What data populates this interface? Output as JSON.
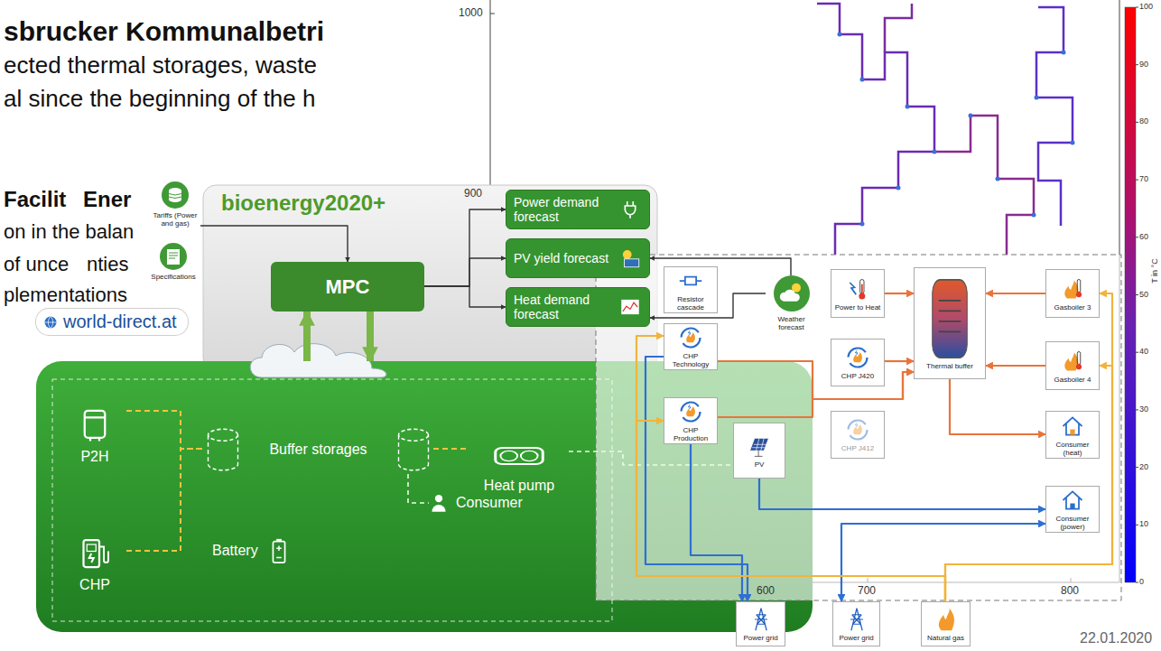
{
  "diagram": {
    "nodes": [
      {
        "text": [
          "bioenergy2020+"
        ]
      },
      {
        "text": [
          "MPC"
        ],
        "in": 0
      },
      {
        "text": [
          "Power demand forecast"
        ],
        "in": 0
      },
      {
        "text": [
          "PV yield forecast"
        ],
        "in": 0
      },
      {
        "text": [
          "Heat demand forecast"
        ],
        "in": 0
      },
      {
        "text": [
          "Tariffs (Power and gas)"
        ]
      },
      {
        "text": [
          "Specifications"
        ]
      },
      {
        "text": [
          "world-direct.at"
        ]
      },
      {
        "text": [
          "P2H"
        ],
        "in": 7
      },
      {
        "text": [
          "CHP"
        ],
        "in": 7
      },
      {
        "text": [
          "Buffer storages"
        ],
        "in": 7
      },
      {
        "text": [
          "Heat pump"
        ],
        "in": 7
      },
      {
        "text": [
          "Consumer"
        ],
        "in": 7
      },
      {
        "text": [
          "Battery"
        ],
        "in": 7
      },
      {
        "text": [
          "Resistor cascade"
        ]
      },
      {
        "text": [
          "Power to Heat"
        ]
      },
      {
        "text": [
          "Thermal buffer"
        ]
      },
      {
        "text": [
          "Gasboiler 3"
        ]
      },
      {
        "text": [
          "Gasboiler 4"
        ]
      },
      {
        "text": [
          "CHP Technology"
        ]
      },
      {
        "text": [
          "CHP J420"
        ]
      },
      {
        "text": [
          "CHP Production"
        ]
      },
      {
        "text": [
          "CHP J412"
        ]
      },
      {
        "text": [
          "Consumer (heat)"
        ]
      },
      {
        "text": [
          "Consumer (power)"
        ]
      },
      {
        "text": [
          "PV"
        ]
      },
      {
        "text": [
          "Weather forecast"
        ]
      },
      {
        "text": [
          "Power grid"
        ]
      },
      {
        "text": [
          "Power grid"
        ]
      },
      {
        "text": [
          "Natural gas"
        ]
      }
    ],
    "edges": [
      {
        "from": 5,
        "to": 1,
        "arrow": "to"
      },
      {
        "from": 1,
        "to": 2,
        "arrow": "to"
      },
      {
        "from": 1,
        "to": 3,
        "arrow": "to"
      },
      {
        "from": 1,
        "to": 4,
        "arrow": "to"
      },
      {
        "from": 7,
        "to": 1,
        "arrow": "to"
      },
      {
        "from": 1,
        "to": 7,
        "arrow": "to"
      },
      {
        "from": 26,
        "to": 3,
        "arrow": "to"
      },
      {
        "from": 26,
        "to": 4,
        "arrow": "to"
      },
      {
        "from": 8,
        "to": 10,
        "arrow": "none"
      },
      {
        "from": 9,
        "to": 10,
        "arrow": "none"
      },
      {
        "from": 10,
        "to": 11,
        "arrow": "none"
      },
      {
        "from": 10,
        "to": 12,
        "arrow": "none"
      },
      {
        "from": 11,
        "to": 25,
        "arrow": "none"
      },
      {
        "from": 15,
        "to": 16,
        "arrow": "to"
      },
      {
        "from": 20,
        "to": 16,
        "arrow": "to"
      },
      {
        "from": 17,
        "to": 16,
        "arrow": "to"
      },
      {
        "from": 18,
        "to": 16,
        "arrow": "to"
      },
      {
        "from": 16,
        "to": 23,
        "arrow": "to"
      },
      {
        "from": 19,
        "to": 16,
        "arrow": "to"
      },
      {
        "from": 21,
        "to": 16,
        "arrow": "to"
      },
      {
        "from": 19,
        "to": 27,
        "arrow": "to"
      },
      {
        "from": 21,
        "to": 27,
        "arrow": "to"
      },
      {
        "from": 25,
        "to": 24,
        "arrow": "to"
      },
      {
        "from": 28,
        "to": 24,
        "arrow": "both"
      },
      {
        "from": 29,
        "to": 17,
        "arrow": "to"
      },
      {
        "from": 29,
        "to": 18,
        "arrow": "to"
      },
      {
        "from": 29,
        "to": 19,
        "arrow": "to"
      },
      {
        "from": 29,
        "to": 21,
        "arrow": "to"
      }
    ],
    "labels": [
      "sbrucker Kommunalbetri",
      "ected thermal storages, waste",
      "al since the beginning of the h",
      "Facilit",
      "Ener",
      "on in the balan",
      "of unce",
      "nties",
      "plementations",
      "1000",
      "900",
      "600",
      "700",
      "800",
      "100",
      "90",
      "80",
      "70",
      "60",
      "50",
      "40",
      "30",
      "20",
      "10",
      "0",
      "T in °C",
      "22.01.2020"
    ]
  }
}
